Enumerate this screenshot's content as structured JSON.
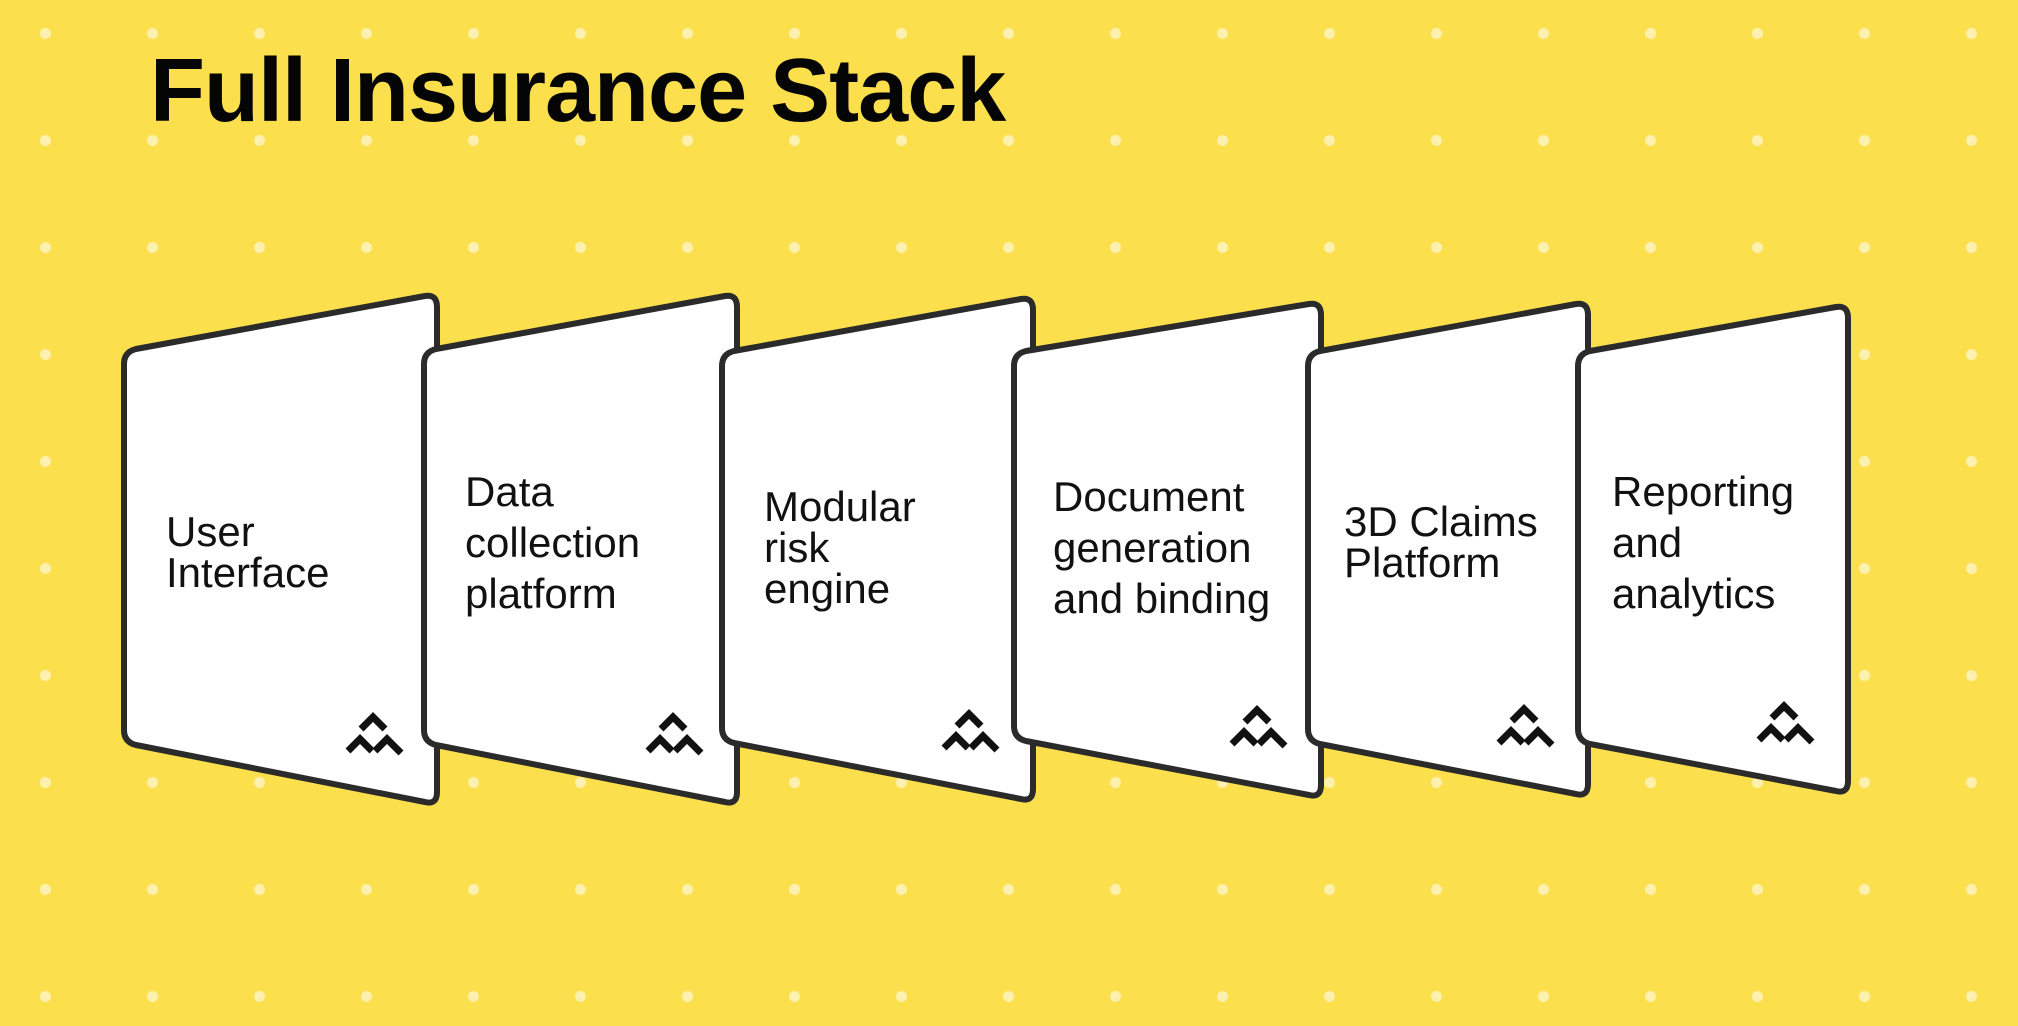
{
  "title": "Full Insurance Stack",
  "accent_color": "#fbdf4d",
  "logo_icon": "stacked-chevrons-logo-icon",
  "cards": [
    {
      "name": "user-interface",
      "lines": [
        "User",
        "Interface"
      ]
    },
    {
      "name": "data-collection-platform",
      "lines": [
        "Data",
        "collection",
        "platform"
      ]
    },
    {
      "name": "modular-risk-engine",
      "lines": [
        "Modular",
        "risk",
        "engine"
      ]
    },
    {
      "name": "document-generation-and-binding",
      "lines": [
        "Document",
        "generation",
        "and binding"
      ]
    },
    {
      "name": "3d-claims-platform",
      "lines": [
        "3D Claims",
        "Platform"
      ]
    },
    {
      "name": "reporting-and-analytics",
      "lines": [
        "Reporting",
        "and",
        "analytics"
      ]
    }
  ]
}
